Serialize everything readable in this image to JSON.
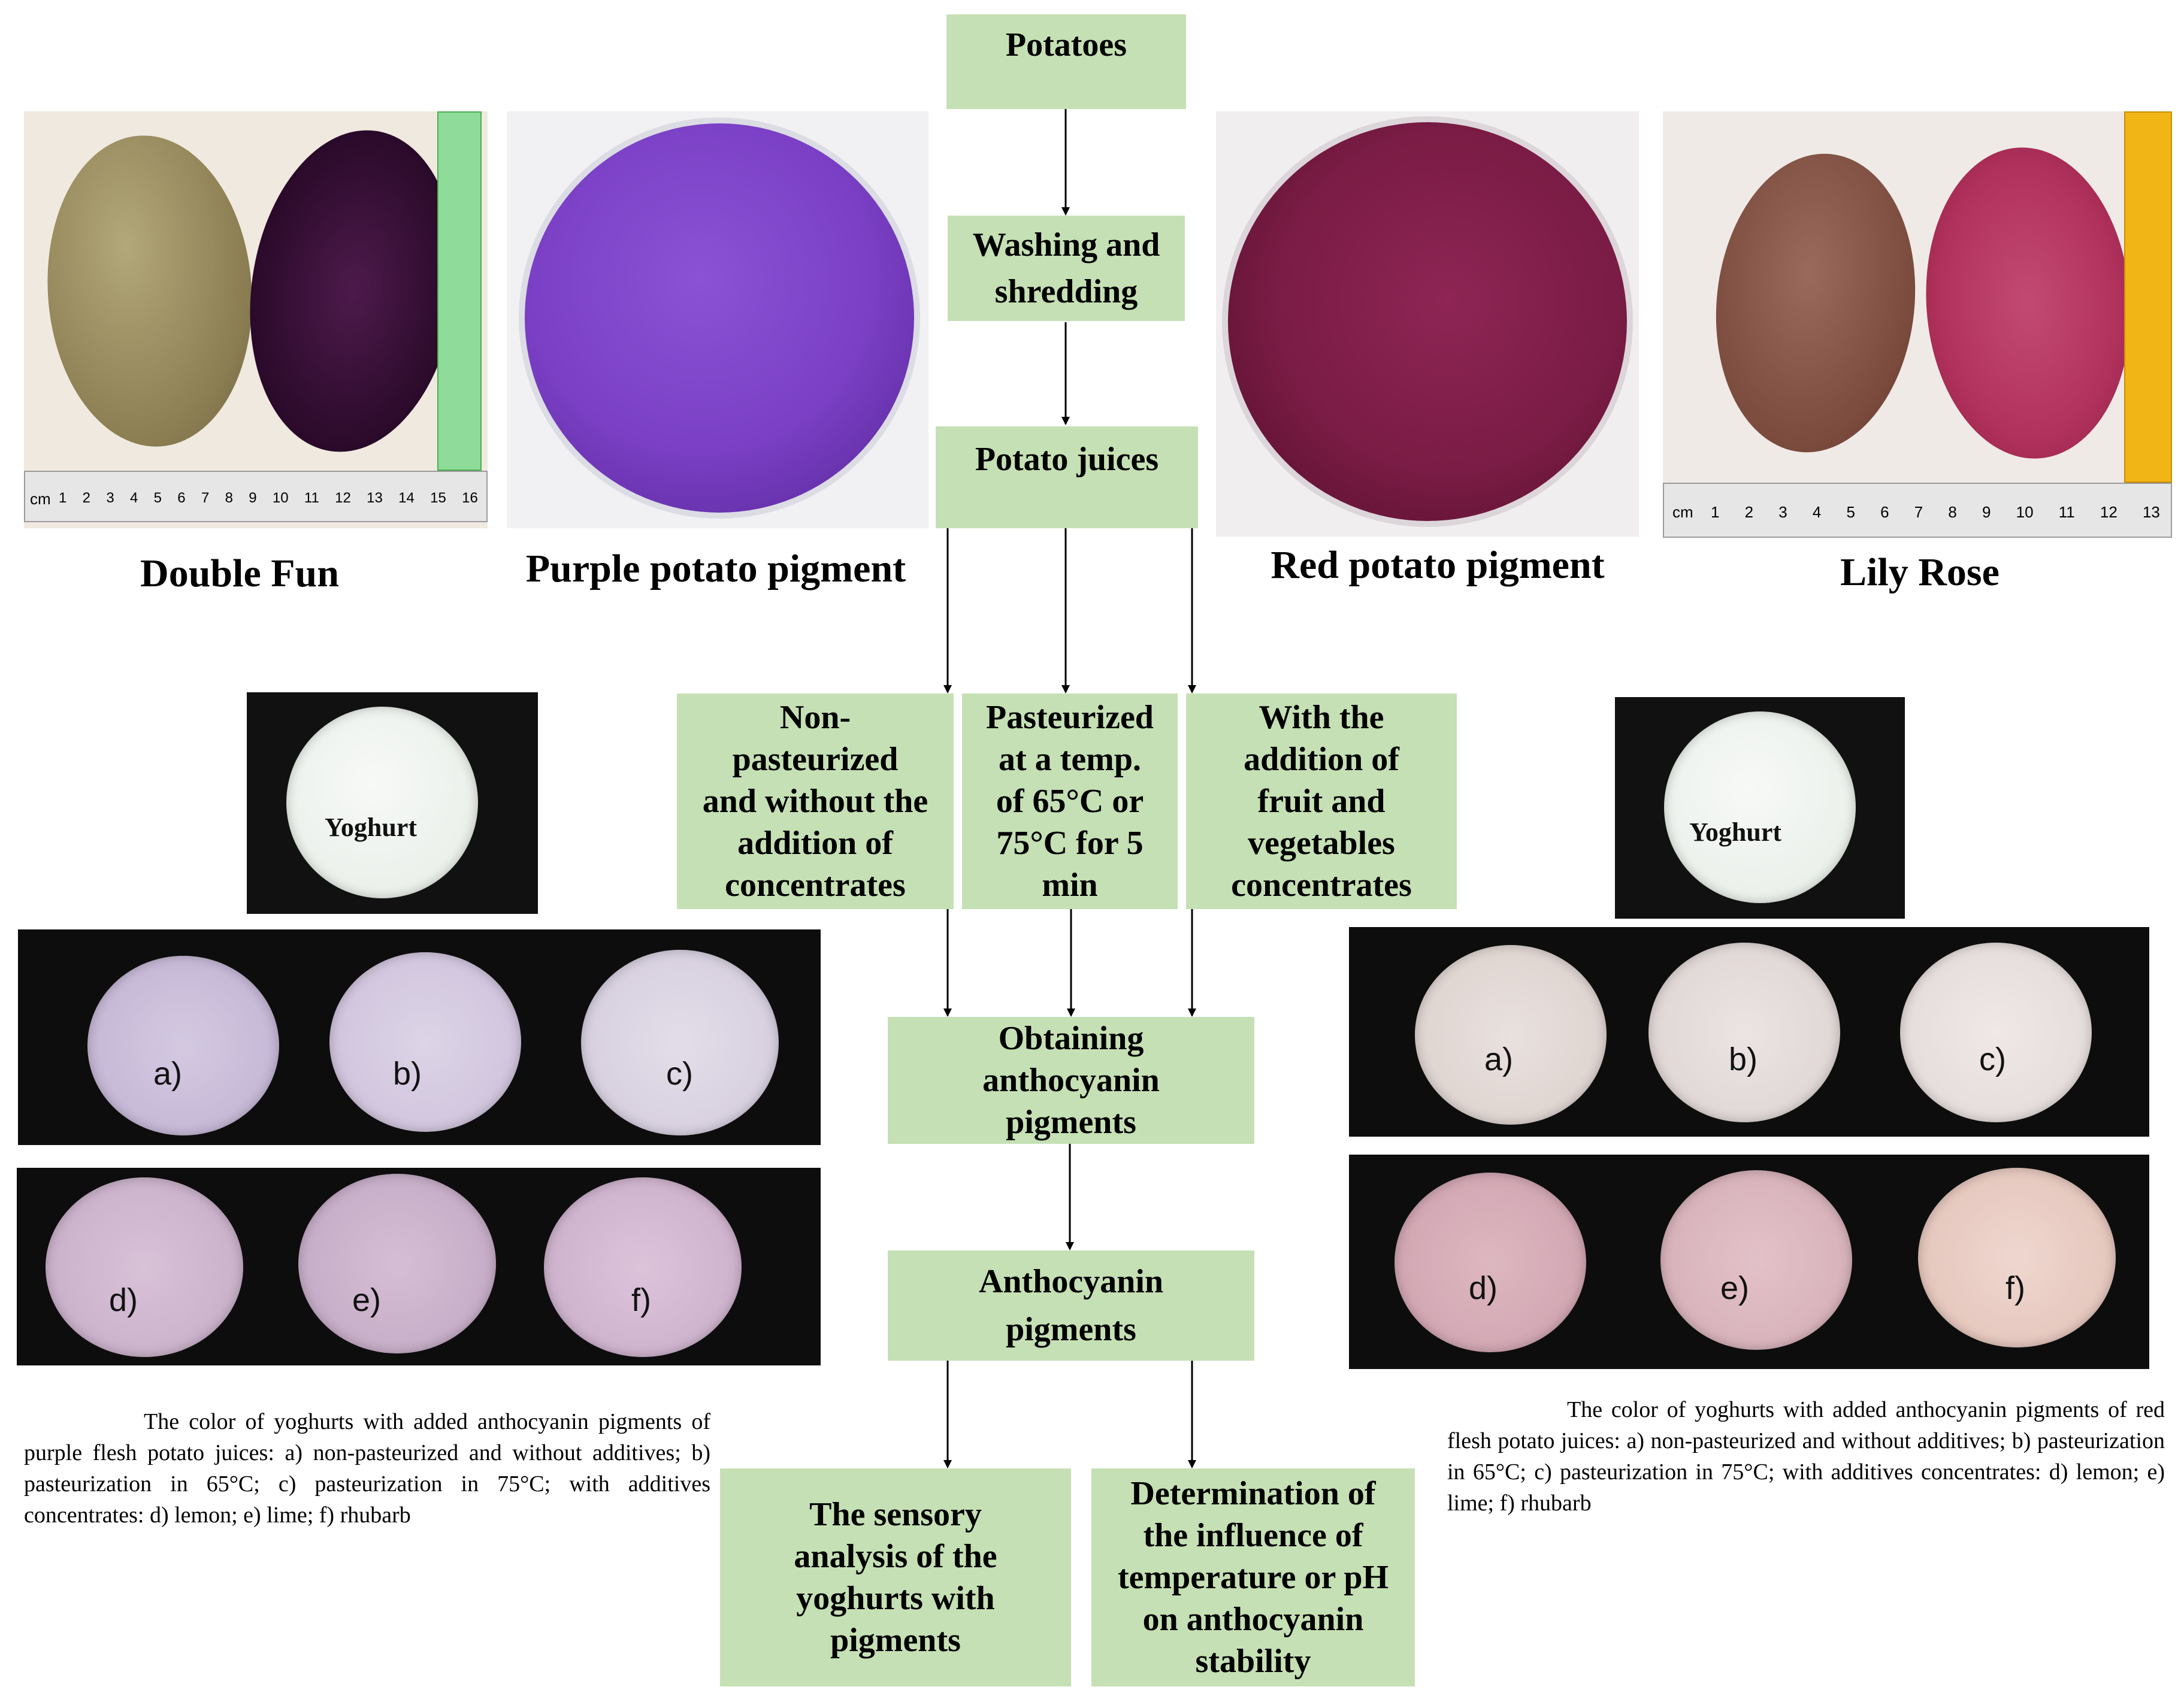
{
  "flow": {
    "potatoes": "Potatoes",
    "washing_line1": "Washing and",
    "washing_line2": "shredding",
    "juices": "Potato juices",
    "nonpast": [
      "Non-",
      "pasteurized",
      "and without the",
      "addition of",
      "concentrates"
    ],
    "past": [
      "Pasteurized",
      "at a temp.",
      "of 65°C or",
      "75°C  for 5",
      "min"
    ],
    "fruit": [
      "With the",
      "addition of",
      "fruit and",
      "vegetables",
      "concentrates"
    ],
    "obtaining": [
      "Obtaining",
      "anthocyanin",
      "pigments"
    ],
    "pigments": [
      "Anthocyanin",
      "pigments"
    ],
    "sensory": [
      "The sensory",
      "analysis of the",
      "yoghurts with",
      "pigments"
    ],
    "determination": [
      "Determination of",
      "the influence of",
      "temperature or pH",
      "on anthocyanin",
      "stability"
    ]
  },
  "captions": {
    "double_fun": "Double Fun",
    "purple_pigment": "Purple potato pigment",
    "red_pigment": "Red potato pigment",
    "lily_rose": "Lily Rose"
  },
  "yoghurt_label": "Yoghurt",
  "ruler_unit": "cm",
  "ruler_left_numbers": [
    "1",
    "2",
    "3",
    "4",
    "5",
    "6",
    "7",
    "8",
    "9",
    "10",
    "11",
    "12",
    "13",
    "14",
    "15",
    "16"
  ],
  "ruler_right_numbers": [
    "1",
    "2",
    "3",
    "4",
    "5",
    "6",
    "7",
    "8",
    "9",
    "10",
    "11",
    "12",
    "13"
  ],
  "dish_labels": [
    "a)",
    "b)",
    "c)",
    "d)",
    "e)",
    "f)"
  ],
  "descriptions": {
    "purple": "The color of yoghurts with added anthocyanin pigments of purple flesh potato juices: a) non-pasteurized and without additives; b) pasteurization in 65°C; c) pasteurization in 75°C; with additives concentrates: d) lemon; e) lime; f) rhubarb",
    "red": "The color of yoghurts with added anthocyanin pigments of red flesh potato juices: a) non-pasteurized and without additives; b) pasteurization in 65°C; c) pasteurization in 75°C; with additives concentrates: d) lemon; e) lime; f) rhubarb"
  },
  "colors": {
    "box_fill": "#c5e0b4",
    "purple_pigment": "#7a3fc4",
    "red_pigment": "#7a1c45",
    "purple_flesh": "#3a0f3a",
    "red_flesh": "#b2325e",
    "green_ruler": "#8fdc9a",
    "yellow_ruler": "#f2b516"
  }
}
